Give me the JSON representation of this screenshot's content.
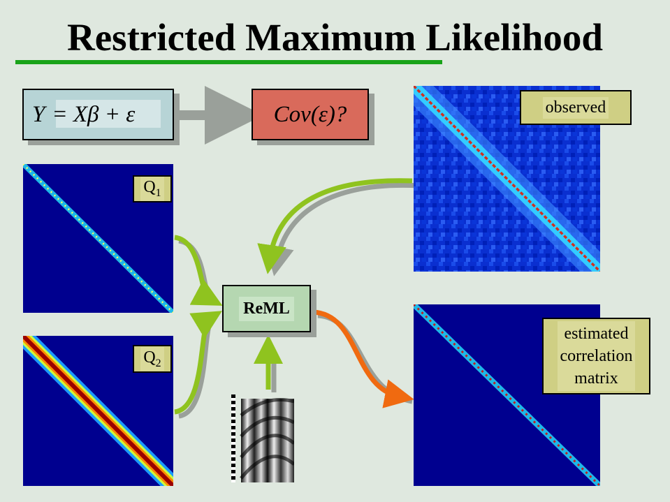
{
  "title": "Restricted Maximum Likelihood",
  "equation": {
    "lhs": "Y",
    "rhs": "= Xβ + ε"
  },
  "covariance": "Cov(ε)?",
  "reml_label": "ReML",
  "components": [
    {
      "letter": "Q",
      "subscript": "1"
    },
    {
      "letter": "Q",
      "subscript": "2"
    }
  ],
  "observed_label": "observed",
  "estimated_label": [
    "estimated",
    "correlation",
    "matrix"
  ],
  "colors": {
    "title_rule": "#19a319",
    "matrix_bg": "#00008f",
    "arrow_green": "#8fc31f",
    "arrow_orange": "#f06a10",
    "arrow_gray": "#9aa09a"
  }
}
